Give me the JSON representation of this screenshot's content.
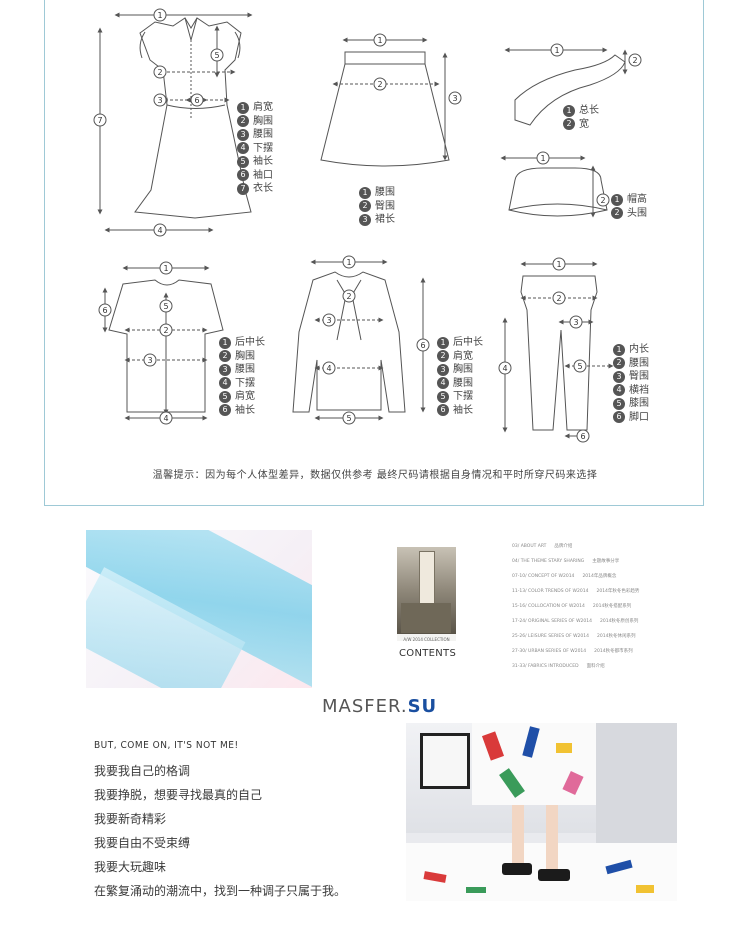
{
  "size_chart": {
    "dress": {
      "legend": [
        "肩宽",
        "胸围",
        "腰围",
        "下摆",
        "袖长",
        "袖口",
        "衣长"
      ],
      "markers": [
        "1",
        "2",
        "3",
        "4",
        "5",
        "6",
        "7"
      ]
    },
    "skirt": {
      "legend": [
        "腰围",
        "臀围",
        "裙长"
      ],
      "markers": [
        "1",
        "2",
        "3"
      ]
    },
    "scarf": {
      "legend": [
        "总长",
        "宽"
      ],
      "markers": [
        "1",
        "2"
      ]
    },
    "hat": {
      "legend": [
        "帽高",
        "头围"
      ],
      "markers": [
        "1",
        "2"
      ]
    },
    "tshirt": {
      "legend": [
        "后中长",
        "胸围",
        "腰围",
        "下摆",
        "肩宽",
        "袖长"
      ],
      "markers": [
        "1",
        "2",
        "3",
        "4",
        "5",
        "6"
      ]
    },
    "shirt": {
      "legend": [
        "后中长",
        "肩宽",
        "胸围",
        "腰围",
        "下摆",
        "袖长"
      ],
      "markers": [
        "1",
        "2",
        "3",
        "4",
        "5",
        "6"
      ]
    },
    "pants": {
      "legend": [
        "内长",
        "腰围",
        "臀围",
        "横裆",
        "膝围",
        "脚口"
      ],
      "markers": [
        "1",
        "2",
        "3",
        "4",
        "5",
        "6"
      ]
    },
    "notice": "温馨提示：因为每个人体型差异，数据仅供参考    最终尺码请根据自身情况和平时所穿尺码来选择"
  },
  "magazine": {
    "cover_caption": "A/W 2014 COLLECTION",
    "contents_title": "CONTENTS",
    "toc": [
      {
        "page": "03/",
        "en": "ABOUT ART",
        "zh": "品牌介绍"
      },
      {
        "page": "04/",
        "en": "THE THEME STARY SHARING",
        "zh": "主题故事分享"
      },
      {
        "page": "07-10/",
        "en": "CONCEPT OF W2014",
        "zh": "2014年品牌概念"
      },
      {
        "page": "11-13/",
        "en": "COLOR TRENDS OF W2014",
        "zh": "2014年秋冬色彩趋势"
      },
      {
        "page": "15-16/",
        "en": "COLLOCATION OF W2014",
        "zh": "2014秋冬搭配系列"
      },
      {
        "page": "17-24/",
        "en": "ORIGINAL SERIES OF W2014",
        "zh": "2014秋冬原创系列"
      },
      {
        "page": "25-26/",
        "en": "LEISURE SERIES OF W2014",
        "zh": "2014秋冬休闲系列"
      },
      {
        "page": "27-30/",
        "en": "URBAN SERIES OF W2014",
        "zh": "2014秋冬都市系列"
      },
      {
        "page": "31-33/",
        "en": "FABRICS INTRODUCED",
        "zh": "面料介绍"
      }
    ]
  },
  "brand": {
    "name_part1": "MASFER.",
    "name_part2": "SU",
    "accent_color": "#1a4fa0"
  },
  "slogan": {
    "headline": "BUT, COME ON, IT'S NOT ME!",
    "lines": [
      "我要我自己的格调",
      "我要挣脱，想要寻找最真的自己",
      "我要新奇精彩",
      "我要自由不受束缚",
      "我要大玩趣味",
      "在繁复涌动的潮流中，找到一种调子只属于我。"
    ]
  }
}
